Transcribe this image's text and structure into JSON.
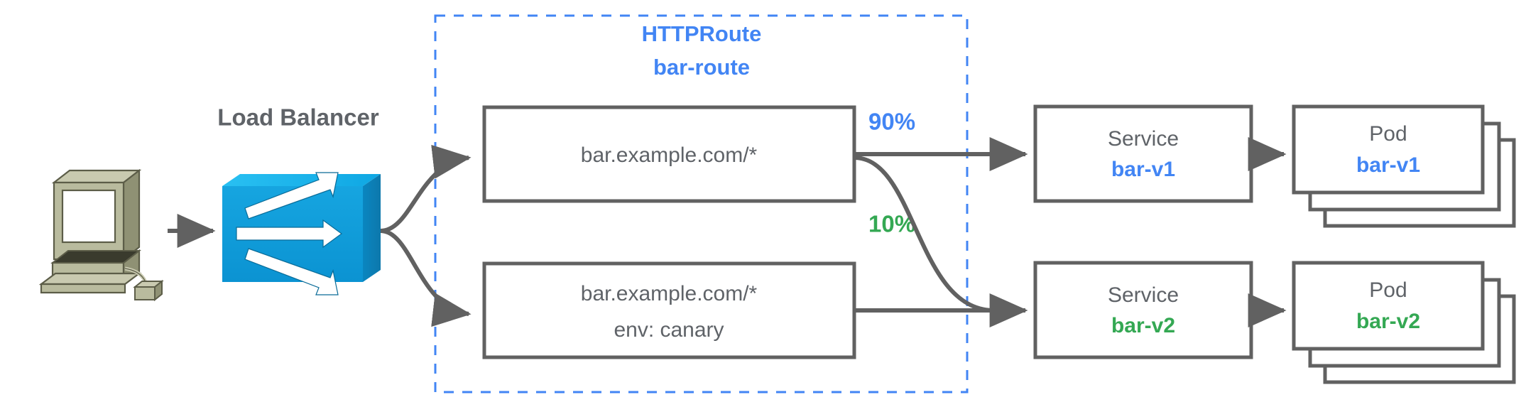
{
  "diagram": {
    "title": "HTTPRoute traffic splitting canary diagram",
    "colors": {
      "blue": "#4285f4",
      "green": "#34a853",
      "gray": "#5f6368",
      "stroke": "#616161",
      "switch_blue": "#0c9ad7",
      "computer_olive": "#adae8e"
    }
  },
  "client": {
    "icon": "desktop-computer-icon"
  },
  "load_balancer": {
    "label": "Load Balancer",
    "icon": "network-switch-icon"
  },
  "region": {
    "kind": "HTTPRoute",
    "name": "bar-route"
  },
  "routes": [
    {
      "id": "route-primary",
      "line1": "bar.example.com/*",
      "line2": ""
    },
    {
      "id": "route-canary",
      "line1": "bar.example.com/*",
      "line2": "env: canary"
    }
  ],
  "weights": [
    {
      "id": "weight-primary",
      "label": "90%",
      "color": "#4285f4"
    },
    {
      "id": "weight-canary",
      "label": "10%",
      "color": "#34a853"
    }
  ],
  "services": [
    {
      "id": "service-bar-v1",
      "kind": "Service",
      "name": "bar-v1",
      "color": "#4285f4"
    },
    {
      "id": "service-bar-v2",
      "kind": "Service",
      "name": "bar-v2",
      "color": "#34a853"
    }
  ],
  "pods": [
    {
      "id": "pod-bar-v1",
      "kind": "Pod",
      "name": "bar-v1",
      "color": "#4285f4",
      "replicas": 3
    },
    {
      "id": "pod-bar-v2",
      "kind": "Pod",
      "name": "bar-v2",
      "color": "#34a853",
      "replicas": 3
    }
  ]
}
